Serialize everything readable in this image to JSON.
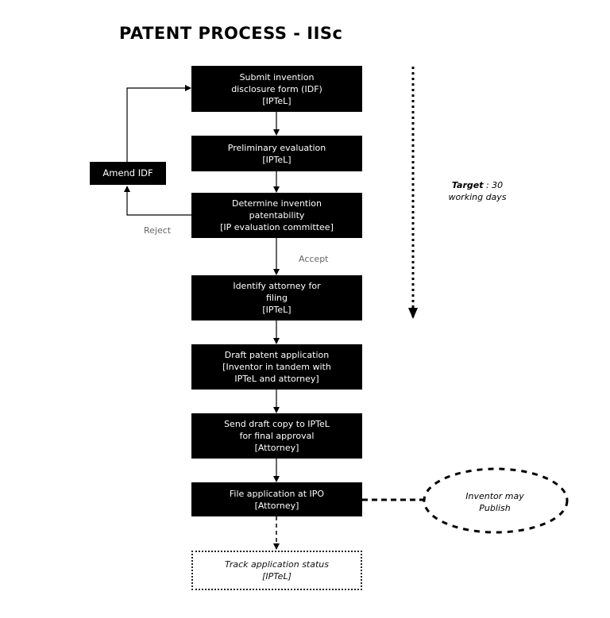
{
  "title": "PATENT PROCESS - IISc",
  "steps": [
    {
      "lines": [
        "Submit invention",
        "disclosure form (IDF)",
        "[IPTeL]"
      ]
    },
    {
      "lines": [
        "Preliminary evaluation",
        "[IPTeL]"
      ]
    },
    {
      "lines": [
        "Determine invention",
        "patentability",
        "[IP evaluation committee]"
      ]
    },
    {
      "lines": [
        "Identify attorney for",
        "filing",
        "[IPTeL]"
      ]
    },
    {
      "lines": [
        "Draft patent application",
        "[Inventor in tandem with",
        "IPTeL and attorney]"
      ]
    },
    {
      "lines": [
        "Send draft copy to IPTeL",
        "for final approval",
        "[Attorney]"
      ]
    },
    {
      "lines": [
        "File application at IPO",
        "[Attorney]"
      ]
    }
  ],
  "amend": {
    "label": "Amend IDF"
  },
  "track": {
    "lines": [
      "Track application status",
      "[IPTeL]"
    ]
  },
  "labels": {
    "reject": "Reject",
    "accept": "Accept"
  },
  "target": {
    "bold": "Target",
    "rest": " : 30",
    "line2": "working days"
  },
  "publish": {
    "lines": [
      "Inventor may",
      "Publish"
    ]
  }
}
